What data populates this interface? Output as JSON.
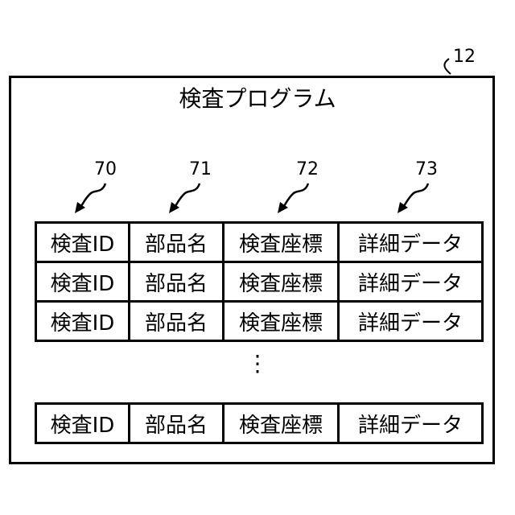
{
  "diagram": {
    "outer_ref": "12",
    "title": "検査プログラム",
    "column_refs": [
      "70",
      "71",
      "72",
      "73"
    ],
    "rows": [
      [
        "検査ID",
        "部品名",
        "検査座標",
        "詳細データ"
      ],
      [
        "検査ID",
        "部品名",
        "検査座標",
        "詳細データ"
      ],
      [
        "検査ID",
        "部品名",
        "検査座標",
        "詳細データ"
      ],
      [
        "検査ID",
        "部品名",
        "検査座標",
        "詳細データ"
      ]
    ],
    "ellipsis": "⋮"
  }
}
